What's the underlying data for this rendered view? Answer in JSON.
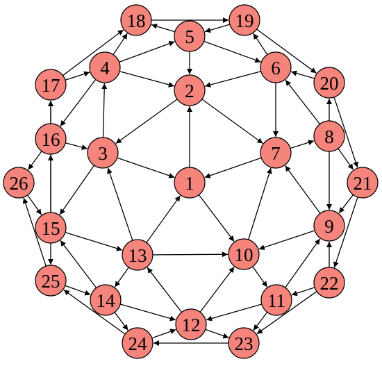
{
  "graph": {
    "node_fill": "#f4847c",
    "edge_color": "#000000",
    "nodes": [
      {
        "id": "1",
        "label": "1"
      },
      {
        "id": "2",
        "label": "2"
      },
      {
        "id": "3",
        "label": "3"
      },
      {
        "id": "4",
        "label": "4"
      },
      {
        "id": "5",
        "label": "5"
      },
      {
        "id": "6",
        "label": "6"
      },
      {
        "id": "7",
        "label": "7"
      },
      {
        "id": "8",
        "label": "8"
      },
      {
        "id": "9",
        "label": "9"
      },
      {
        "id": "10",
        "label": "10"
      },
      {
        "id": "11",
        "label": "11"
      },
      {
        "id": "12",
        "label": "12"
      },
      {
        "id": "13",
        "label": "13"
      },
      {
        "id": "14",
        "label": "14"
      },
      {
        "id": "15",
        "label": "15"
      },
      {
        "id": "16",
        "label": "16"
      },
      {
        "id": "17",
        "label": "17"
      },
      {
        "id": "18",
        "label": "18"
      },
      {
        "id": "19",
        "label": "19"
      },
      {
        "id": "20",
        "label": "20"
      },
      {
        "id": "21",
        "label": "21"
      },
      {
        "id": "22",
        "label": "22"
      },
      {
        "id": "23",
        "label": "23"
      },
      {
        "id": "24",
        "label": "24"
      },
      {
        "id": "25",
        "label": "25"
      },
      {
        "id": "26",
        "label": "26"
      }
    ],
    "edges": [
      {
        "from": "1",
        "to": "2"
      },
      {
        "from": "1",
        "to": "10"
      },
      {
        "from": "3",
        "to": "1"
      },
      {
        "from": "7",
        "to": "1"
      },
      {
        "from": "13",
        "to": "1"
      },
      {
        "from": "2",
        "to": "3"
      },
      {
        "from": "2",
        "to": "7"
      },
      {
        "from": "4",
        "to": "2"
      },
      {
        "from": "5",
        "to": "2"
      },
      {
        "from": "6",
        "to": "2"
      },
      {
        "from": "3",
        "to": "4"
      },
      {
        "from": "3",
        "to": "15"
      },
      {
        "from": "16",
        "to": "3"
      },
      {
        "from": "13",
        "to": "3"
      },
      {
        "from": "4",
        "to": "5"
      },
      {
        "from": "4",
        "to": "16"
      },
      {
        "from": "4",
        "to": "18"
      },
      {
        "from": "17",
        "to": "4"
      },
      {
        "from": "5",
        "to": "6"
      },
      {
        "from": "5",
        "to": "18"
      },
      {
        "from": "19",
        "to": "5"
      },
      {
        "from": "6",
        "to": "7"
      },
      {
        "from": "6",
        "to": "19"
      },
      {
        "from": "20",
        "to": "6"
      },
      {
        "from": "7",
        "to": "8"
      },
      {
        "from": "8",
        "to": "6"
      },
      {
        "from": "8",
        "to": "20"
      },
      {
        "from": "8",
        "to": "21"
      },
      {
        "from": "8",
        "to": "9"
      },
      {
        "from": "9",
        "to": "7"
      },
      {
        "from": "9",
        "to": "10"
      },
      {
        "from": "10",
        "to": "7"
      },
      {
        "from": "10",
        "to": "11"
      },
      {
        "from": "11",
        "to": "9"
      },
      {
        "from": "11",
        "to": "12"
      },
      {
        "from": "11",
        "to": "23"
      },
      {
        "from": "12",
        "to": "10"
      },
      {
        "from": "12",
        "to": "13"
      },
      {
        "from": "12",
        "to": "23"
      },
      {
        "from": "13",
        "to": "10"
      },
      {
        "from": "13",
        "to": "14"
      },
      {
        "from": "14",
        "to": "12"
      },
      {
        "from": "14",
        "to": "15"
      },
      {
        "from": "14",
        "to": "24"
      },
      {
        "from": "15",
        "to": "13"
      },
      {
        "from": "15",
        "to": "16"
      },
      {
        "from": "15",
        "to": "25"
      },
      {
        "from": "16",
        "to": "17"
      },
      {
        "from": "16",
        "to": "26"
      },
      {
        "from": "15",
        "to": "17"
      },
      {
        "from": "17",
        "to": "18"
      },
      {
        "from": "18",
        "to": "19"
      },
      {
        "from": "19",
        "to": "20"
      },
      {
        "from": "20",
        "to": "21"
      },
      {
        "from": "21",
        "to": "9"
      },
      {
        "from": "21",
        "to": "22"
      },
      {
        "from": "22",
        "to": "9"
      },
      {
        "from": "22",
        "to": "11"
      },
      {
        "from": "22",
        "to": "23"
      },
      {
        "from": "23",
        "to": "24"
      },
      {
        "from": "24",
        "to": "12"
      },
      {
        "from": "24",
        "to": "25"
      },
      {
        "from": "25",
        "to": "14"
      },
      {
        "from": "25",
        "to": "26"
      },
      {
        "from": "26",
        "to": "15"
      }
    ]
  }
}
